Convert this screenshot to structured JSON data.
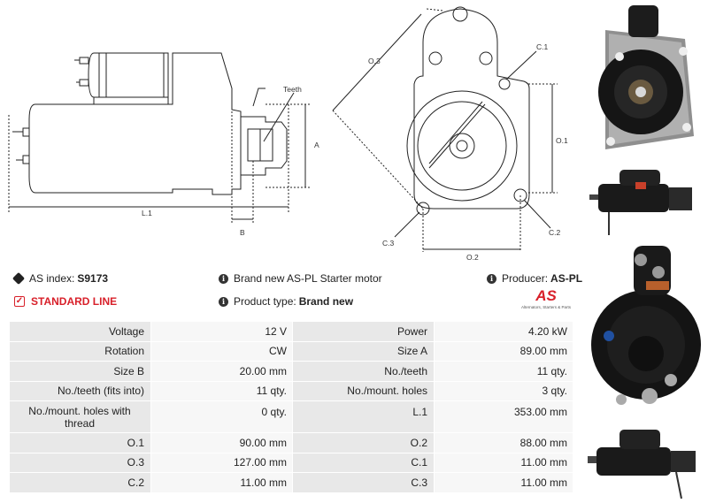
{
  "drawing_labels": {
    "teeth": "Teeth",
    "a": "A",
    "b": "B",
    "l1": "L.1",
    "o3": "O.3",
    "o1": "O.1",
    "o2": "O.2",
    "c1": "C.1",
    "c2": "C.2",
    "c3": "C.3"
  },
  "info": {
    "as_index_label": "AS index:",
    "as_index_value": "S9173",
    "standard_line": "STANDARD LINE",
    "description": "Brand new AS-PL Starter motor",
    "product_type_label": "Product type:",
    "product_type_value": "Brand new",
    "producer_label": "Producer:",
    "producer_value": "AS-PL",
    "logo_text": "AS",
    "logo_tagline": "Alternators, Starters & Parts"
  },
  "specs": [
    {
      "l1": "Voltage",
      "v1": "12 V",
      "l2": "Power",
      "v2": "4.20 kW"
    },
    {
      "l1": "Rotation",
      "v1": "CW",
      "l2": "Size A",
      "v2": "89.00 mm"
    },
    {
      "l1": "Size B",
      "v1": "20.00 mm",
      "l2": "No./teeth",
      "v2": "11 qty."
    },
    {
      "l1": "No./teeth (fits into)",
      "v1": "11 qty.",
      "l2": "No./mount. holes",
      "v2": "3 qty."
    },
    {
      "l1": "No./mount. holes with thread",
      "v1": "0 qty.",
      "l2": "L.1",
      "v2": "353.00 mm"
    },
    {
      "l1": "O.1",
      "v1": "90.00 mm",
      "l2": "O.2",
      "v2": "88.00 mm"
    },
    {
      "l1": "O.3",
      "v1": "127.00 mm",
      "l2": "C.1",
      "v2": "11.00 mm"
    },
    {
      "l1": "C.2",
      "v1": "11.00 mm",
      "l2": "C.3",
      "v2": "11.00 mm"
    }
  ],
  "colors": {
    "accent": "#d8202a",
    "label_bg": "#e8e8e8",
    "value_bg": "#f7f7f7"
  }
}
